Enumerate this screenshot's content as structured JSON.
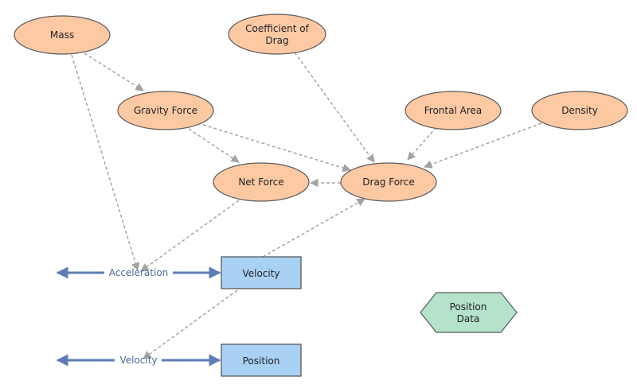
{
  "nodes": {
    "mass": "Mass",
    "coefficient_of_drag_line1": "Coefficient of",
    "coefficient_of_drag_line2": "Drag",
    "gravity_force": "Gravity Force",
    "frontal_area": "Frontal Area",
    "density": "Density",
    "net_force": "Net Force",
    "drag_force": "Drag Force",
    "velocity_stock": "Velocity",
    "position_stock": "Position",
    "position_data_line1": "Position",
    "position_data_line2": "Data"
  },
  "flows": {
    "acceleration": "Acceleration",
    "velocity": "Velocity"
  },
  "colors": {
    "variable_fill": "#fdc9a3",
    "stock_fill": "#a9d1f3",
    "data_fill": "#b4e2cb",
    "flow_stroke": "#5d7db5",
    "link_stroke": "#a3a3a3"
  }
}
